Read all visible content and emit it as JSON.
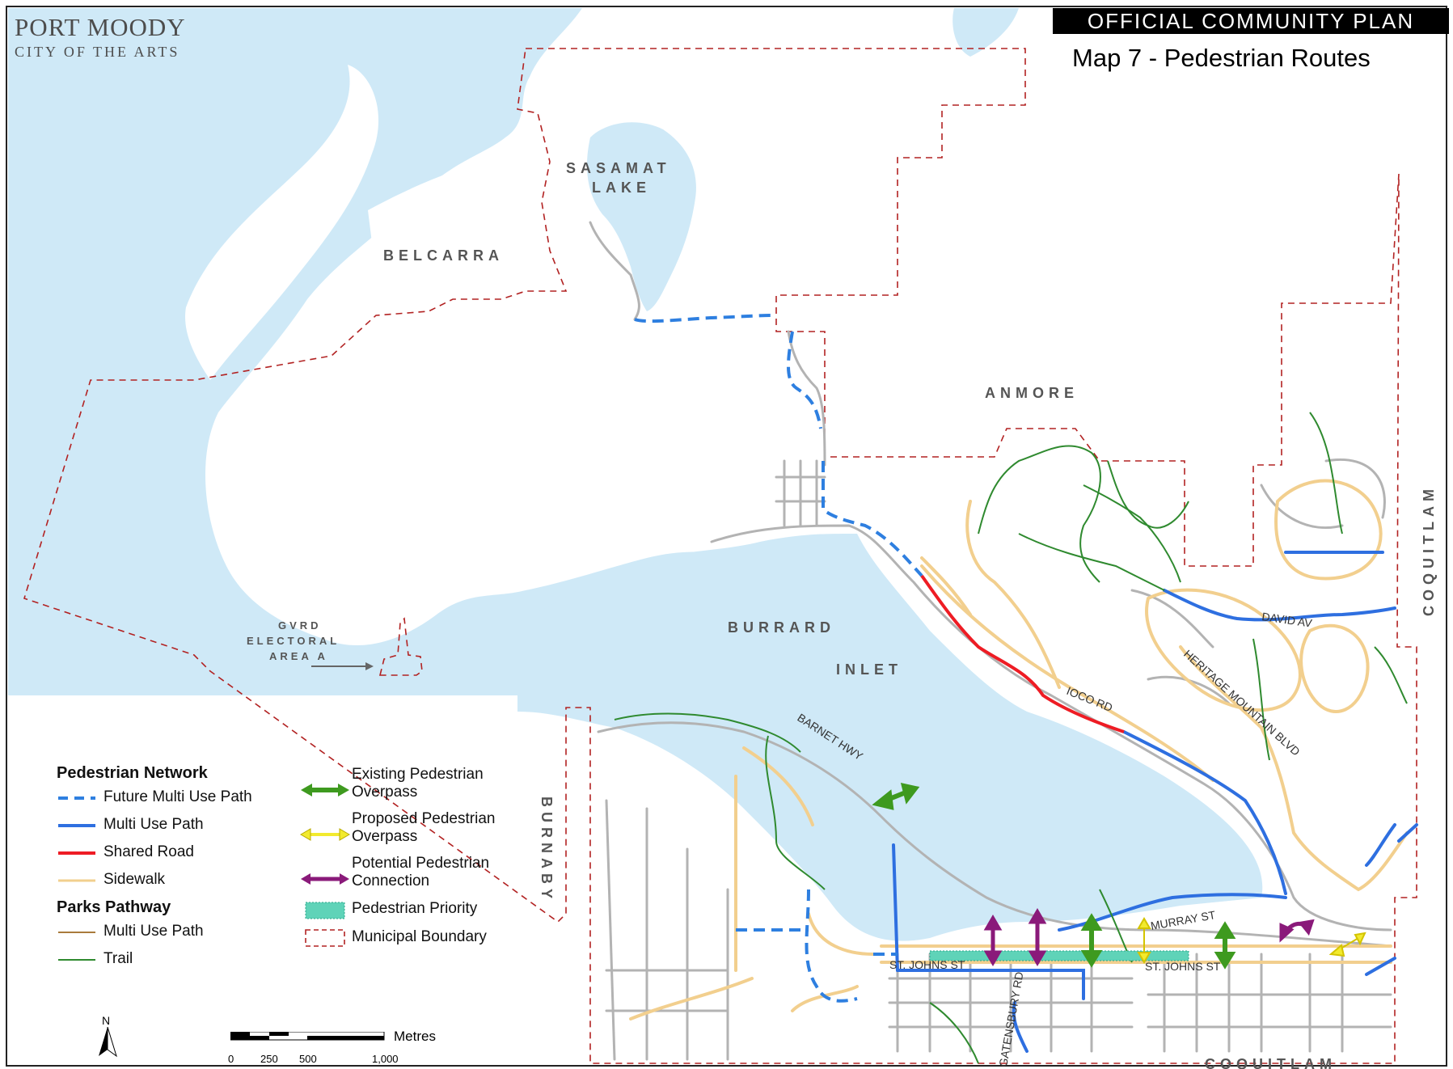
{
  "header": {
    "banner": "OFFICIAL COMMUNITY PLAN",
    "map_title": "Map 7 - Pedestrian Routes"
  },
  "brand": {
    "line1": "PORT MOODY",
    "line2": "CITY OF THE ARTS"
  },
  "area_labels": {
    "sasamat_1": "SASAMAT",
    "sasamat_2": "LAKE",
    "belcarra": "BELCARRA",
    "anmore": "ANMORE",
    "burrard": "BURRARD",
    "inlet": "INLET",
    "gvrd_1": "GVRD",
    "gvrd_2": "ELECTORAL",
    "gvrd_3": "AREA A",
    "burnaby": "BURNABY",
    "coquitlam_east": "COQUITLAM",
    "coquitlam_south": "COQUITLAM"
  },
  "street_labels": {
    "barnet": "BARNET HWY",
    "ioco": "IOCO RD",
    "david": "DAVID AV",
    "heritage": "HERITAGE MOUNTAIN BLVD",
    "murray": "MURRAY ST",
    "stjohns_w": "ST. JOHNS ST",
    "stjohns_e": "ST. JOHNS ST",
    "gatensbury": "GATENSBURY RD"
  },
  "legend": {
    "pedestrian_network": "Pedestrian Network",
    "future_multi_use_path": "Future Multi Use Path",
    "multi_use_path": "Multi Use Path",
    "shared_road": "Shared Road",
    "sidewalk": "Sidewalk",
    "parks_pathway": "Parks Pathway",
    "parks_multi_use_path": "Multi Use Path",
    "trail": "Trail",
    "existing_overpass_1": "Existing Pedestrian",
    "existing_overpass_2": "Overpass",
    "proposed_overpass_1": "Proposed Pedestrian",
    "proposed_overpass_2": "Overpass",
    "potential_connection_1": "Potential Pedestrian",
    "potential_connection_2": "Connection",
    "pedestrian_priority": "Pedestrian Priority",
    "municipal_boundary": "Municipal Boundary"
  },
  "north_arrow": "N",
  "scale": {
    "unit": "Metres",
    "ticks": [
      "0",
      "250",
      "500",
      "1,000"
    ]
  },
  "colors": {
    "water": "#cfe9f7",
    "future_multi_use_path": "#2e7fe0",
    "multi_use_path": "#2e6fe0",
    "shared_road": "#ee1c24",
    "sidewalk": "#f2cf8e",
    "parks_multi_use_path": "#a97a3c",
    "trail": "#2f8a2f",
    "existing_overpass": "#3e9a1f",
    "proposed_overpass": "#f2ea2e",
    "potential_connection": "#8a1a7a",
    "pedestrian_priority": "#5fd3b8",
    "municipal_boundary": "#b22222",
    "roads": "#b3b3b3"
  }
}
